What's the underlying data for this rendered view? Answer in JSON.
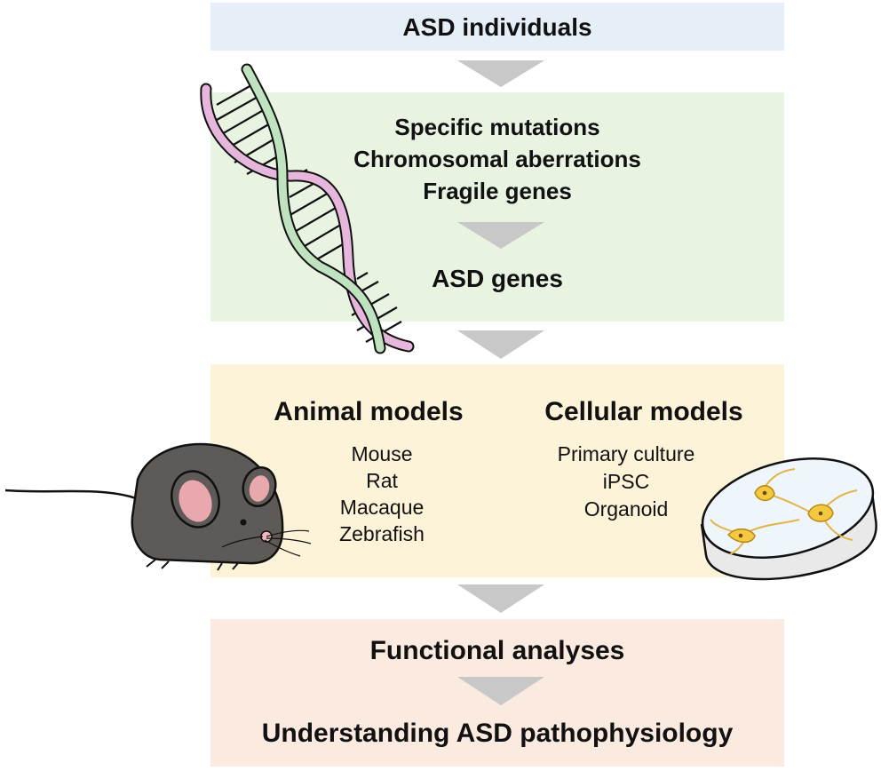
{
  "colors": {
    "box_blue": "#e6eef7",
    "box_green": "#e9f3e2",
    "box_yellow": "#fdf3d8",
    "box_peach": "#fbeadf",
    "arrow": "#c8c8c8"
  },
  "steps": {
    "individuals": "ASD individuals",
    "mutations": [
      "Specific mutations",
      "Chromosomal aberrations",
      "Fragile genes"
    ],
    "genes": "ASD genes",
    "animal_models": {
      "heading": "Animal models",
      "items": [
        "Mouse",
        "Rat",
        "Macaque",
        "Zebrafish"
      ]
    },
    "cellular_models": {
      "heading": "Cellular models",
      "items": [
        "Primary culture",
        "iPSC",
        "Organoid"
      ]
    },
    "functional": "Functional analyses",
    "understanding": "Understanding ASD pathophysiology"
  },
  "illustrations": [
    "dna-helix-icon",
    "mouse-icon",
    "petri-dish-neurons-icon"
  ]
}
